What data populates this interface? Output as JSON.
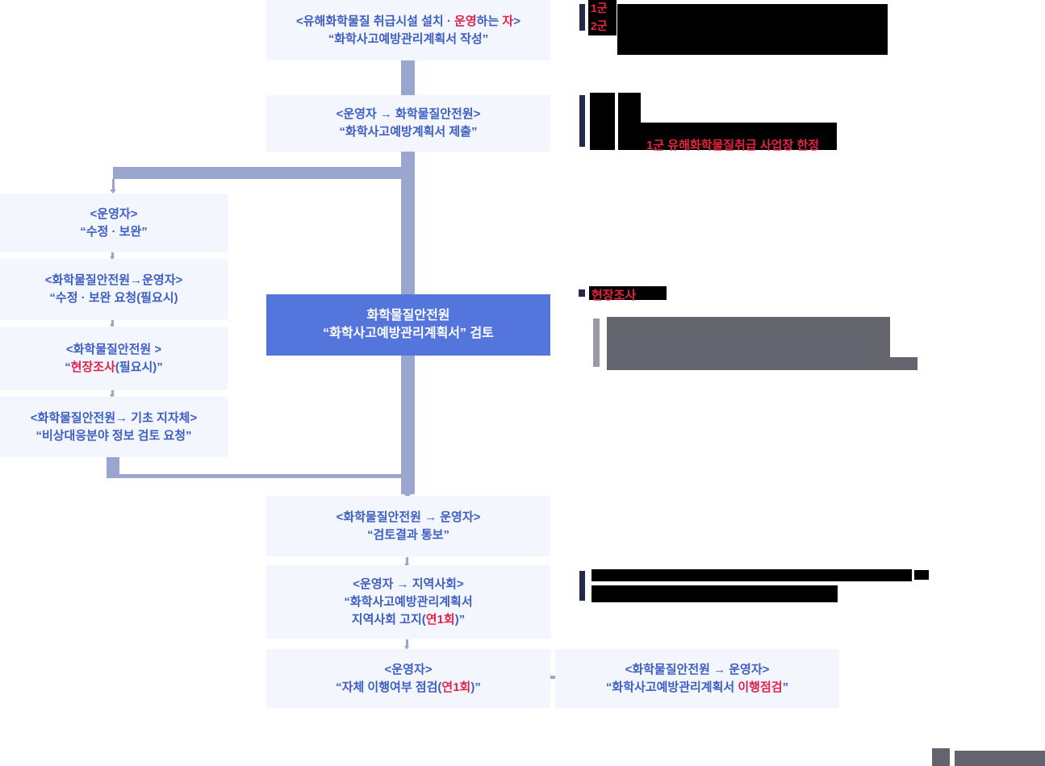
{
  "colors": {
    "box_bg": "#F3F6FC",
    "box_text_blue": "#3D5EC3",
    "accent_red": "#E0234A",
    "annotation_red": "#E8243F",
    "primary_box_bg": "#5375DC",
    "primary_box_text": "#FFFFFF",
    "connector": "#9BA6CE",
    "annotation_bar_navy": "#222A4E",
    "redaction_black": "#000000",
    "redaction_gray": "#63646E",
    "redaction_gray_bar": "#9899A6"
  },
  "flow": {
    "create_box": {
      "l1a": "<유해화학물질 취급시설 설치 · ",
      "l1b": "운영",
      "l1c": "하는 ",
      "l1d": "자",
      "l1e": ">",
      "l2": "“화학사고예방관리계획서 작성”"
    },
    "submit_box": {
      "l1": "<운영자 → 화학물질안전원>",
      "l2": "“화학사고예방계획서 제출”"
    },
    "review_box": {
      "l1": "화학물질안전원",
      "l2": "“화학사고예방관리계획서” 검토"
    },
    "result_box": {
      "l1": "<화학물질안전원 → 운영자>",
      "l2": "“검토결과 통보”"
    },
    "notice_box": {
      "l1": "<운영자 → 지역사회>",
      "l2": "“화학사고예방관리계획서",
      "l3a": "지역사회 고지(",
      "l3b": "연1회",
      "l3c": ")”"
    },
    "self_check_box": {
      "l1": "<운영자>",
      "l2a": "“자체 이행여부 점검(",
      "l2b": "연1회",
      "l2c": ")”"
    },
    "inspect_box": {
      "l1": "<화학물질안전원 → 운영자>",
      "l2a": "“화학사고예방관리계획서 ",
      "l2b": "이행점검",
      "l2c": "”"
    },
    "revise_box": {
      "l1": "<운영자>",
      "l2": "“수정 · 보완”"
    },
    "revise_request_box": {
      "l1": "<화학물질안전원→운영자>",
      "l2": "“수정 · 보완 요청(필요시)"
    },
    "site_survey_box": {
      "l1": "<화학물질안전원 >",
      "l2a": "“",
      "l2b": "현장조사",
      "l2c": "(필요시)”"
    },
    "local_gov_box": {
      "l1": "<화학물질안전원→ 기초 지자체>",
      "l2": "“비상대응분야 정보 검토 요청”"
    }
  },
  "annotations": {
    "tier_labels": {
      "line1": "1군",
      "line2": "2군"
    },
    "submit_note": "1군 유해화학물질취급 사업장 한정",
    "site_survey_title": "현장조사"
  }
}
